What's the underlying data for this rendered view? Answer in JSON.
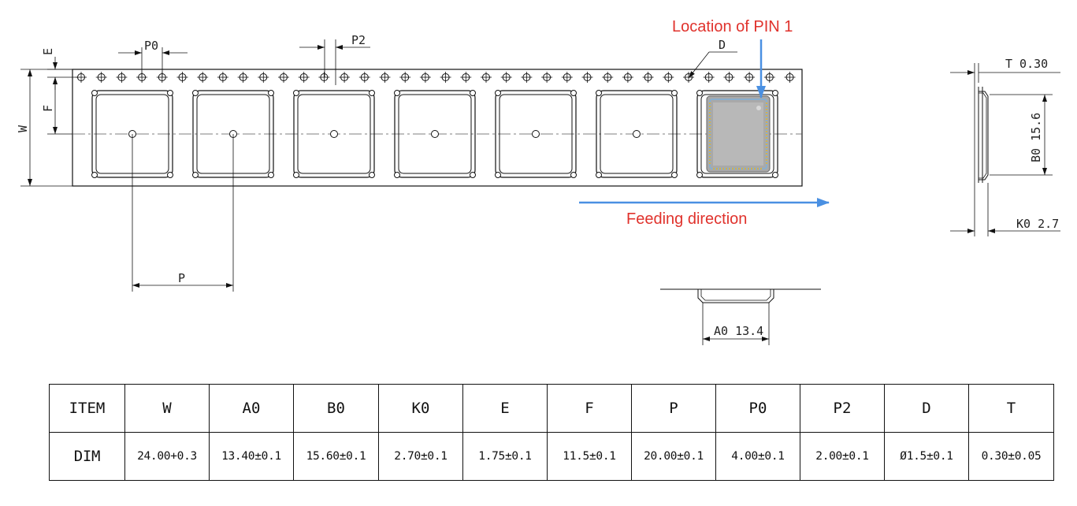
{
  "drawing": {
    "pin1_label": "Location of PIN 1",
    "feed_label": "Feeding direction",
    "dims": {
      "p0": "P0",
      "p2": "P2",
      "e": "E",
      "f": "F",
      "w": "W",
      "p": "P",
      "d": "D",
      "t": "T 0.30",
      "b0": "B0 15.6",
      "k0": "K0 2.7",
      "a0": "A0 13.4"
    },
    "colors": {
      "red": "#e0322c",
      "blue": "#4a90e2"
    }
  },
  "table": {
    "headers": [
      "ITEM",
      "W",
      "A0",
      "B0",
      "K0",
      "E",
      "F",
      "P",
      "P0",
      "P2",
      "D",
      "T"
    ],
    "values": [
      "DIM",
      "24.00+0.3",
      "13.40±0.1",
      "15.60±0.1",
      "2.70±0.1",
      "1.75±0.1",
      "11.5±0.1",
      "20.00±0.1",
      "4.00±0.1",
      "2.00±0.1",
      "Ø1.5±0.1",
      "0.30±0.05"
    ]
  }
}
